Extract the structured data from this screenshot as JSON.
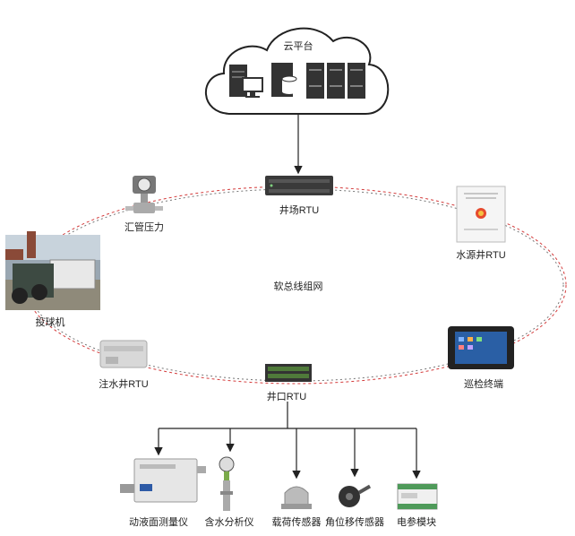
{
  "cloud": {
    "label": "云平台"
  },
  "center_label": "软总线组网",
  "devices": {
    "site_rtu": "井场RTU",
    "manifold_pressure": "汇管压力",
    "water_source_rtu": "水源井RTU",
    "ball_launcher": "投球机",
    "injection_well_rtu": "注水井RTU",
    "inspection_terminal": "巡检终端",
    "wellhead_rtu": "井口RTU"
  },
  "sensors": [
    {
      "label": "动液面测量仪"
    },
    {
      "label": "含水分析仪"
    },
    {
      "label": "载荷传感器"
    },
    {
      "label": "角位移传感器"
    },
    {
      "label": "电参模块"
    }
  ],
  "colors": {
    "line": "#333333",
    "ring_red": "#d43c3c",
    "ring_gray": "#777777",
    "device_dark": "#3a3a3a",
    "panel_green": "#4f7a3a"
  }
}
